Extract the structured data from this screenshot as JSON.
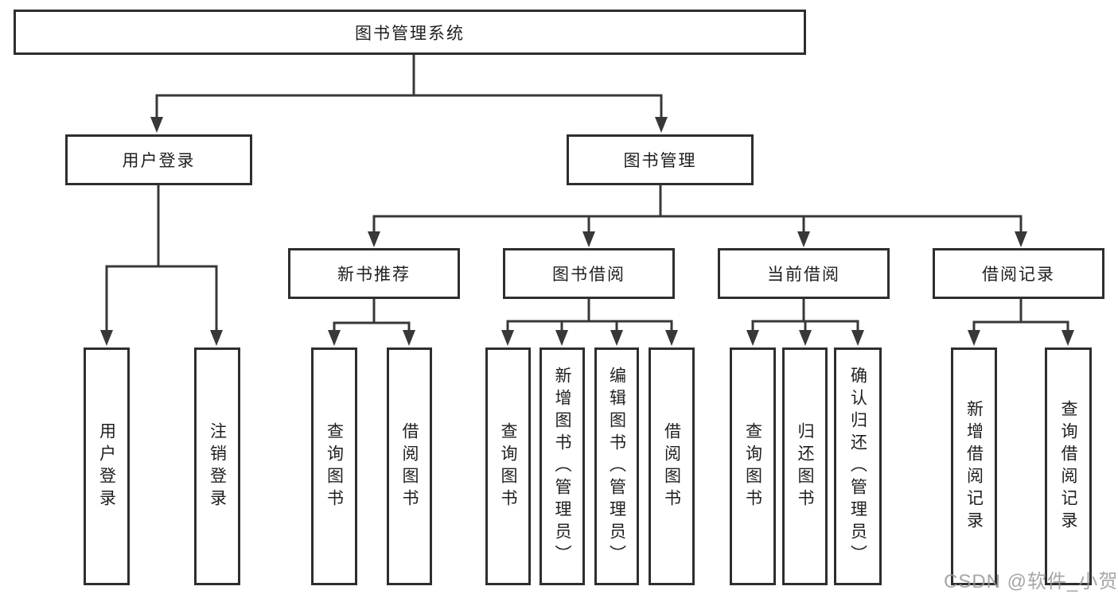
{
  "diagram": {
    "title": "图书管理系统",
    "root": {
      "label": "图书管理系统"
    },
    "level1": [
      {
        "label": "用户登录"
      },
      {
        "label": "图书管理"
      }
    ],
    "level2": [
      {
        "label": "新书推荐"
      },
      {
        "label": "图书借阅"
      },
      {
        "label": "当前借阅"
      },
      {
        "label": "借阅记录"
      }
    ],
    "leaves": [
      {
        "label": "用户登录"
      },
      {
        "label": "注销登录"
      },
      {
        "label": "查询图书"
      },
      {
        "label": "借阅图书"
      },
      {
        "label": "查询图书"
      },
      {
        "label": "新增图书（管理员）"
      },
      {
        "label": "编辑图书（管理员）"
      },
      {
        "label": "借阅图书"
      },
      {
        "label": "查询图书"
      },
      {
        "label": "归还图书"
      },
      {
        "label": "确认归还（管理员）"
      },
      {
        "label": "新增借阅记录"
      },
      {
        "label": "查询借阅记录"
      }
    ]
  },
  "watermark": {
    "text": "CSDN @软件_小贺同学"
  },
  "colors": {
    "line": "#383838",
    "border": "#2e2e2e",
    "text": "#1f1f1f",
    "background": "#ffffff",
    "watermark": "#969696"
  }
}
